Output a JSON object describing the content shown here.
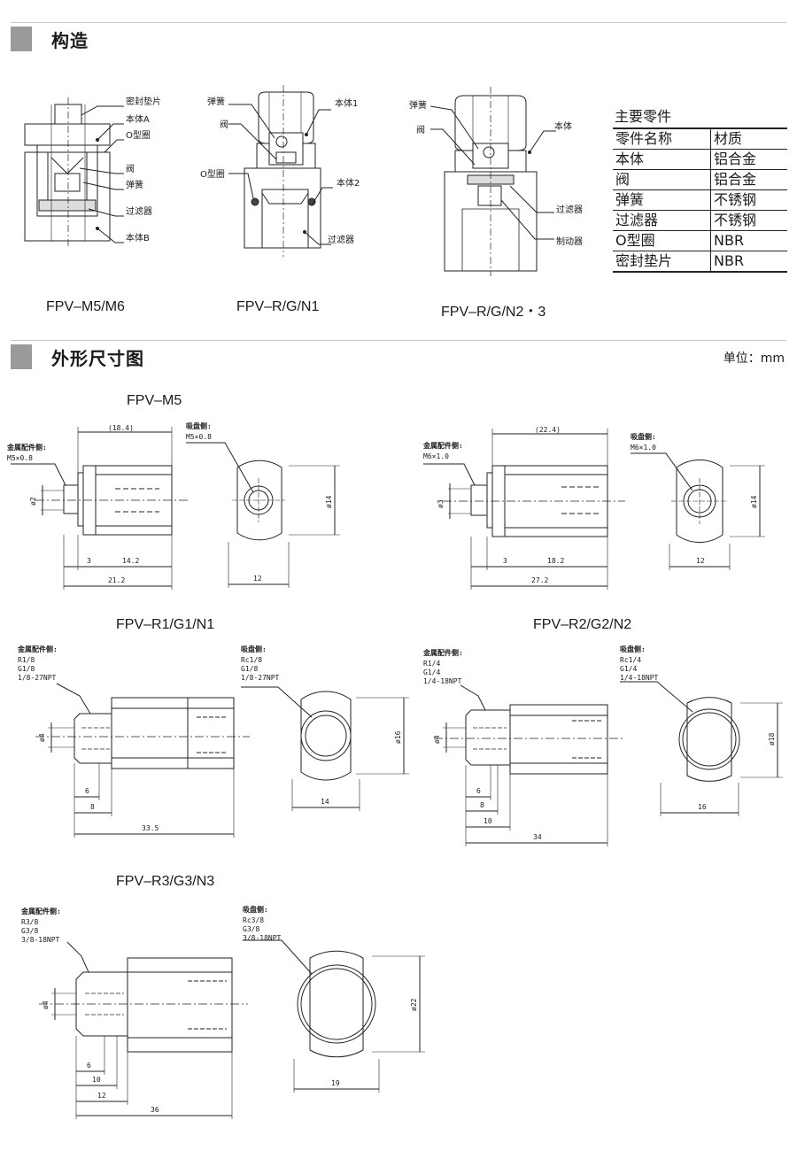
{
  "sections": {
    "structure_title": "构造",
    "dimensions_title": "外形尺寸图",
    "unit": "单位：mm"
  },
  "structure": {
    "m5": {
      "model": "FPV–M5/M6",
      "labels": [
        "密封垫片",
        "本体A",
        "O型圈",
        "阀",
        "弹簧",
        "过滤器",
        "本体B"
      ]
    },
    "r1": {
      "model": "FPV–R/G/N1",
      "labels": [
        "弹簧",
        "阀",
        "O型圈",
        "本体1",
        "本体2",
        "过滤器"
      ]
    },
    "r2": {
      "model": "FPV–R/G/N2・3",
      "labels": [
        "弹簧",
        "阀",
        "本体",
        "过滤器",
        "制动器"
      ]
    }
  },
  "parts_table": {
    "title": "主要零件",
    "rows": [
      [
        "零件名称",
        "材质"
      ],
      [
        "本体",
        "铝合金"
      ],
      [
        "阀",
        "铝合金"
      ],
      [
        "弹簧",
        "不锈钢"
      ],
      [
        "过滤器",
        "不锈钢"
      ],
      [
        "O型圈",
        "NBR"
      ],
      [
        "密封垫片",
        "NBR"
      ]
    ]
  },
  "drawings": {
    "m5": {
      "title": "FPV–M5",
      "metal_side": [
        "金属配件侧:",
        "M5×0.8"
      ],
      "pad_side": [
        "吸盘侧:",
        "M5×0.8"
      ],
      "dims": [
        "(18.4)",
        "ø2",
        "3",
        "14.2",
        "21.2",
        "12",
        "ø14"
      ]
    },
    "m6": {
      "metal_side": [
        "金属配件侧:",
        "M6×1.0"
      ],
      "pad_side": [
        "吸盘侧:",
        "M6×1.0"
      ],
      "dims": [
        "(22.4)",
        "ø3",
        "3",
        "18.2",
        "27.2",
        "12",
        "ø14"
      ]
    },
    "r1": {
      "title": "FPV–R1/G1/N1",
      "metal_side": [
        "金属配件侧:",
        "R1/8",
        "G1/8",
        "1/8-27NPT"
      ],
      "pad_side": [
        "吸盘侧:",
        "Rc1/8",
        "G1/8",
        "1/8-27NPT"
      ],
      "dims": [
        "ø4",
        "6",
        "8",
        "33.5",
        "14",
        "ø16"
      ]
    },
    "r2": {
      "title": "FPV–R2/G2/N2",
      "metal_side": [
        "金属配件侧:",
        "R1/4",
        "G1/4",
        "1/4-18NPT"
      ],
      "pad_side": [
        "吸盘侧:",
        "Rc1/4",
        "G1/4",
        "1/4-18NPT"
      ],
      "dims": [
        "ø4",
        "6",
        "8",
        "10",
        "34",
        "16",
        "ø18"
      ]
    },
    "r3": {
      "title": "FPV–R3/G3/N3",
      "metal_side": [
        "金属配件侧:",
        "R3/8",
        "G3/8",
        "3/8-18NPT"
      ],
      "pad_side": [
        "吸盘侧:",
        "Rc3/8",
        "G3/8",
        "3/8-18NPT"
      ],
      "dims": [
        "ø4",
        "6",
        "10",
        "12",
        "36",
        "19",
        "ø22"
      ]
    }
  }
}
